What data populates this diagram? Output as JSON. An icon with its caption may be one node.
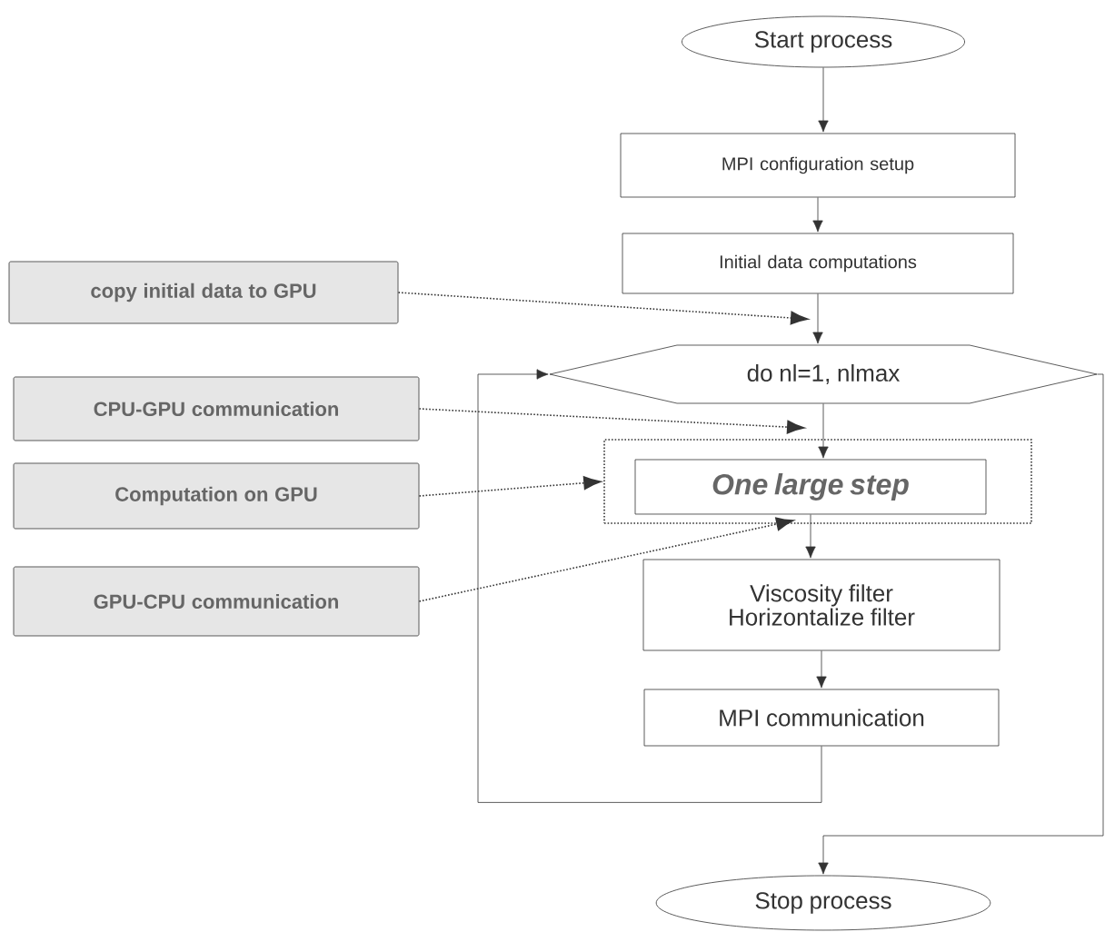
{
  "diagram": {
    "nodes": [
      {
        "text": [
          "Start process"
        ]
      },
      {
        "text": [
          "MPI configuration setup"
        ]
      },
      {
        "text": [
          "Initial data computations"
        ]
      },
      {
        "text": [
          "do nl=1, nlmax"
        ]
      },
      {
        "text": [],
        "shape": "box"
      },
      {
        "text": [
          "One large step"
        ],
        "in": 4
      },
      {
        "text": [
          "Viscosity filter Horizontalize filter"
        ]
      },
      {
        "text": [
          "MPI communication"
        ]
      },
      {
        "text": [
          "Stop process"
        ]
      },
      {
        "text": [
          "copy initial data to GPU"
        ]
      },
      {
        "text": [
          "CPU-GPU communication"
        ]
      },
      {
        "text": [
          "Computation on GPU"
        ]
      },
      {
        "text": [
          "GPU-CPU communication"
        ]
      }
    ],
    "edges": [
      {
        "from": 0,
        "to": 1,
        "arrow": "to"
      },
      {
        "from": 1,
        "to": 2,
        "arrow": "to"
      },
      {
        "from": 2,
        "to": 3,
        "arrow": "to"
      },
      {
        "from": 3,
        "to": 5,
        "arrow": "to"
      },
      {
        "from": 5,
        "to": 6,
        "arrow": "to"
      },
      {
        "from": 6,
        "to": 7,
        "arrow": "to"
      },
      {
        "from": 7,
        "to": 3,
        "arrow": "to"
      },
      {
        "from": 3,
        "to": 8,
        "arrow": "to"
      },
      {
        "from": 9,
        "to": 2,
        "arrow": "to",
        "style": "dashed"
      },
      {
        "from": 10,
        "to": 4,
        "arrow": "to",
        "style": "dashed"
      },
      {
        "from": 11,
        "to": 4,
        "arrow": "to",
        "style": "dashed"
      },
      {
        "from": 12,
        "to": 5,
        "arrow": "to",
        "style": "dashed"
      }
    ]
  }
}
